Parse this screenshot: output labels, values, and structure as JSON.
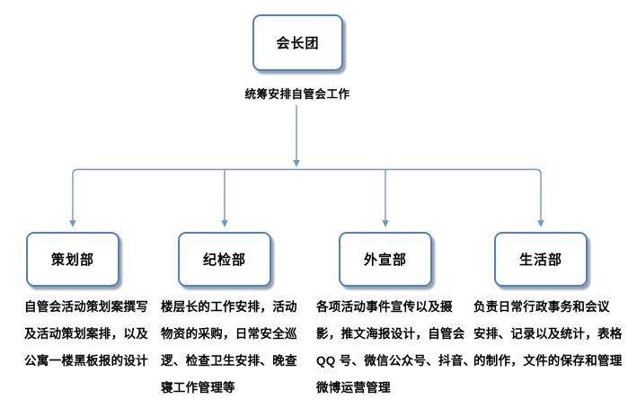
{
  "colors": {
    "box_border": "#4F81BD",
    "connector": "#7396C8",
    "shadow": "#9BA3B0",
    "text": "#000000",
    "background": "#FFFFFF"
  },
  "root": {
    "label": "会长团",
    "caption": "统筹安排自管会工作"
  },
  "departments": [
    {
      "label": "策划部",
      "desc_lines": [
        "自管会活动策划案撰写",
        "及活动策划案排，以及",
        "公寓一楼黑板报的设计"
      ]
    },
    {
      "label": "纪检部",
      "desc_lines": [
        "楼层长的工作安排，活动",
        "物资的采购，日常安全巡",
        "逻、检查卫生安排、晚查",
        "寝工作管理等"
      ]
    },
    {
      "label": "外宣部",
      "desc_lines": [
        "各项活动事件宣传以及摄",
        "影，推文海报设计，自管会",
        "QQ 号、微信公众号、抖音、",
        "微博运营管理"
      ]
    },
    {
      "label": "生活部",
      "desc_lines": [
        "负责日常行政事务和会议",
        "安排、记录以及统计，表格",
        "的制作，文件的保存和管理"
      ]
    }
  ]
}
